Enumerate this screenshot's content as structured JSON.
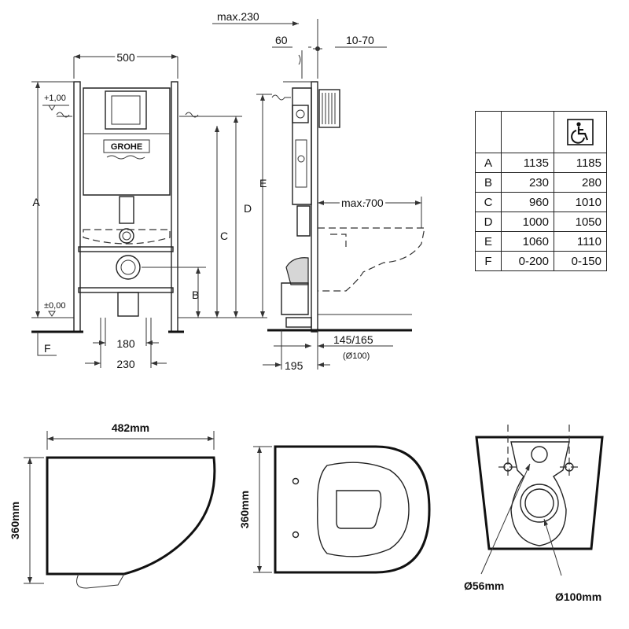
{
  "brand_logo": "GROHE",
  "dimensions": {
    "width_500": "500",
    "max_230": "max.230",
    "d60": "60",
    "d10_70": "10-70",
    "max_700": "max.700",
    "d180": "180",
    "d230": "230",
    "d195": "195",
    "d145_165": "145/165",
    "d100": "(Ø100)",
    "plus_100": "+1,00",
    "zero": "±0,00",
    "A": "A",
    "B": "B",
    "C": "C",
    "D": "D",
    "E": "E",
    "F": "F"
  },
  "table": {
    "header_icon": "wheelchair-icon",
    "rows": [
      {
        "key": "A",
        "standard": "1135",
        "accessible": "1185"
      },
      {
        "key": "B",
        "standard": "230",
        "accessible": "280"
      },
      {
        "key": "C",
        "standard": "960",
        "accessible": "1010"
      },
      {
        "key": "D",
        "standard": "1000",
        "accessible": "1050"
      },
      {
        "key": "E",
        "standard": "1060",
        "accessible": "1110"
      },
      {
        "key": "F",
        "standard": "0-200",
        "accessible": "0-150"
      }
    ]
  },
  "toilet_dims": {
    "width": "482mm",
    "height_side": "360mm",
    "height_top": "360mm",
    "dia_56": "Ø56mm",
    "dia_100": "Ø100mm"
  }
}
